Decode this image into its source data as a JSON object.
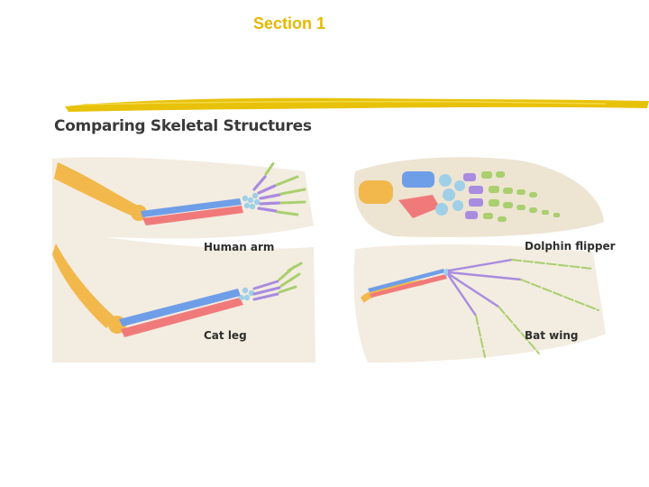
{
  "slide": {
    "section_title": "Section 1"
  },
  "figure": {
    "title": "Comparing Skeletal Structures",
    "panels": [
      {
        "label": "Human arm"
      },
      {
        "label": "Cat leg"
      },
      {
        "label": "Dolphin flipper"
      },
      {
        "label": "Bat wing"
      }
    ],
    "colors": {
      "background": "#f3ece0",
      "humerus": "#f2b84b",
      "radius": "#f07a7a",
      "ulna": "#6f9ee8",
      "carpals": "#9fd0e8",
      "metacarpals": "#a98be0",
      "phalanges": "#a9cf6e",
      "skin": "#ede4d2",
      "brush_stroke": "#e8c20a"
    }
  }
}
